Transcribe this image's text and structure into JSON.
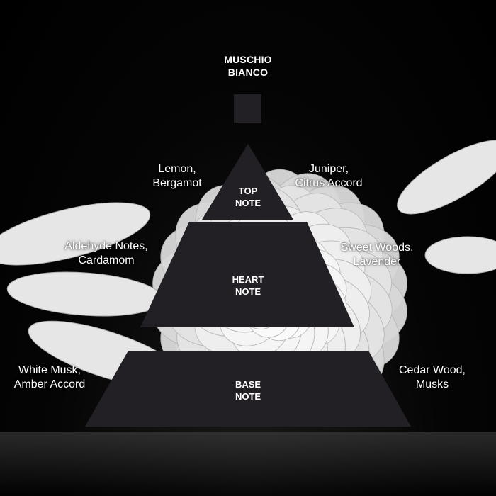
{
  "title_lines": [
    "MUSCHIO",
    "BIANCO"
  ],
  "tiers": {
    "top": {
      "label_lines": [
        "TOP",
        "NOTE"
      ],
      "left_notes": [
        "Lemon,",
        "Bergamot"
      ],
      "right_notes": [
        "Juniper,",
        "Citrus Accord"
      ]
    },
    "heart": {
      "label_lines": [
        "HEART",
        "NOTE"
      ],
      "left_notes": [
        "Aldehyde Notes,",
        "Cardamom"
      ],
      "right_notes": [
        "Sweet Woods,",
        "Lavender"
      ]
    },
    "base": {
      "label_lines": [
        "BASE",
        "NOTE"
      ],
      "left_notes": [
        "White Musk,",
        "Amber Accord"
      ],
      "right_notes": [
        "Cedar Wood,",
        "Musks"
      ]
    }
  },
  "colors": {
    "background": "#000000",
    "pyramid": "#232025",
    "text": "#ffffff",
    "flower": "#eeeeee"
  }
}
